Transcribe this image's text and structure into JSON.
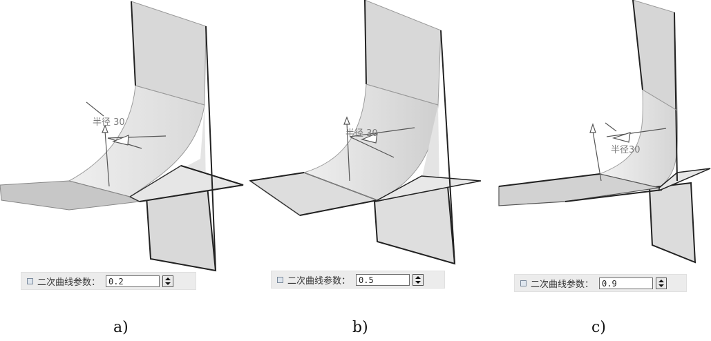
{
  "panels": [
    {
      "caption": "a)",
      "radius_label": "半径 30",
      "param_label": "二次曲线参数：",
      "param_value": "0.2"
    },
    {
      "caption": "b)",
      "radius_label": "半径 30",
      "param_label": "二次曲线参数：",
      "param_value": "0.5"
    },
    {
      "caption": "c)",
      "radius_label": "半径30",
      "param_label": "二次曲线参数：",
      "param_value": "0.9"
    }
  ]
}
